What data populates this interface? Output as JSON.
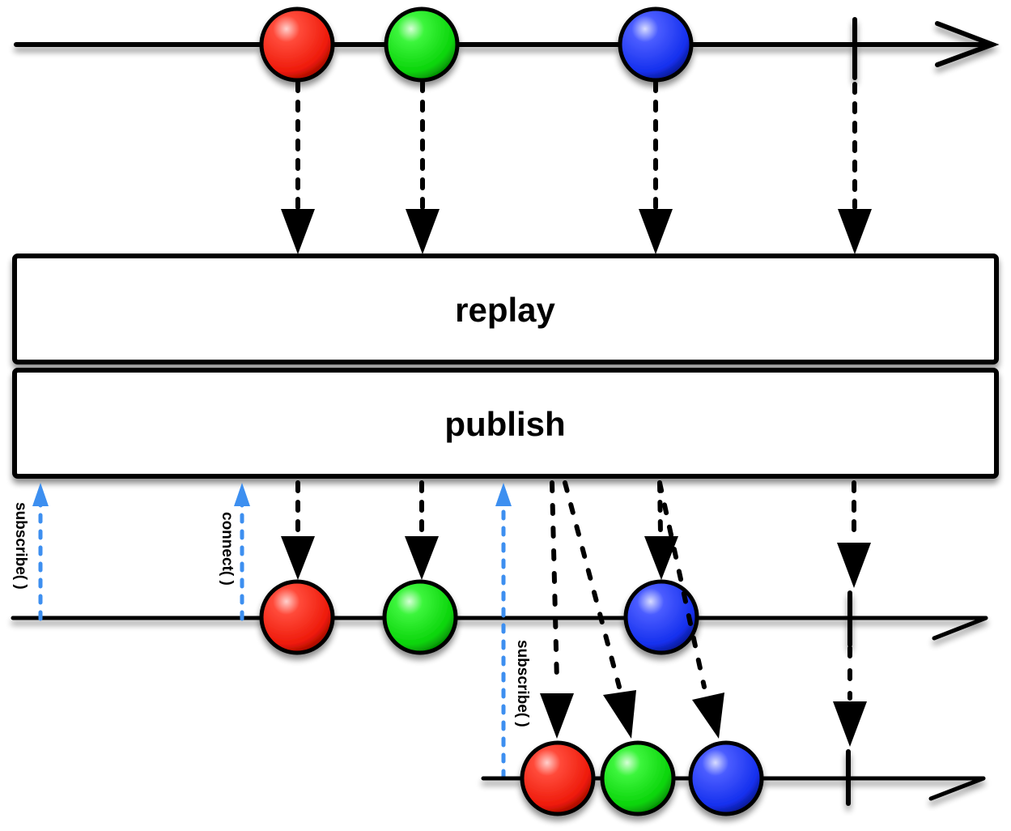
{
  "operators": [
    {
      "id": "replay",
      "label": "replay"
    },
    {
      "id": "publish",
      "label": "publish"
    }
  ],
  "source_timeline": {
    "items": [
      {
        "color": "red"
      },
      {
        "color": "green"
      },
      {
        "color": "blue"
      },
      {
        "type": "completion"
      }
    ]
  },
  "subscriber_1": {
    "calls": [
      "subscribe( )",
      "connect( )"
    ],
    "items": [
      {
        "color": "red"
      },
      {
        "color": "green"
      },
      {
        "color": "blue"
      },
      {
        "type": "completion"
      }
    ]
  },
  "subscriber_2": {
    "calls": [
      "subscribe( )"
    ],
    "items": [
      {
        "color": "red"
      },
      {
        "color": "green"
      },
      {
        "color": "blue"
      },
      {
        "type": "completion"
      }
    ]
  },
  "colors": {
    "red": "#ff2a1a",
    "green": "#14e614",
    "blue": "#1a35f0",
    "call_arrow": "#3d8ff0"
  }
}
